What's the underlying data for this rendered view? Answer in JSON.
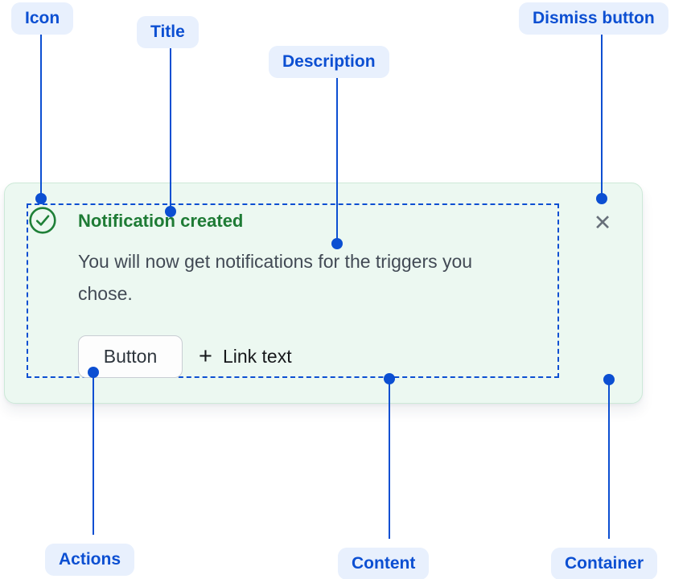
{
  "callouts": {
    "icon": "Icon",
    "title": "Title",
    "description": "Description",
    "dismiss": "Dismiss button",
    "actions": "Actions",
    "content": "Content",
    "container": "Container"
  },
  "notification": {
    "title": "Notification created",
    "description": "You will now get notifications for the triggers you chose.",
    "button_label": "Button",
    "link_prefix": "+",
    "link_label": "Link text",
    "dismiss_glyph": "✕"
  },
  "icons": {
    "status": "check-circle-icon",
    "dismiss": "cross-icon",
    "link_prefix": "plus-icon"
  },
  "colors": {
    "callout_blue": "#0c4fd2",
    "callout_bg": "#e8f0fd",
    "card_bg": "#ecf8f1",
    "card_border": "#cde9d8",
    "icon_green": "#1f8038",
    "title_green": "#1e7b35",
    "body_text": "#424a55",
    "link_text": "#16181b",
    "dismiss_gray": "#68707a"
  }
}
